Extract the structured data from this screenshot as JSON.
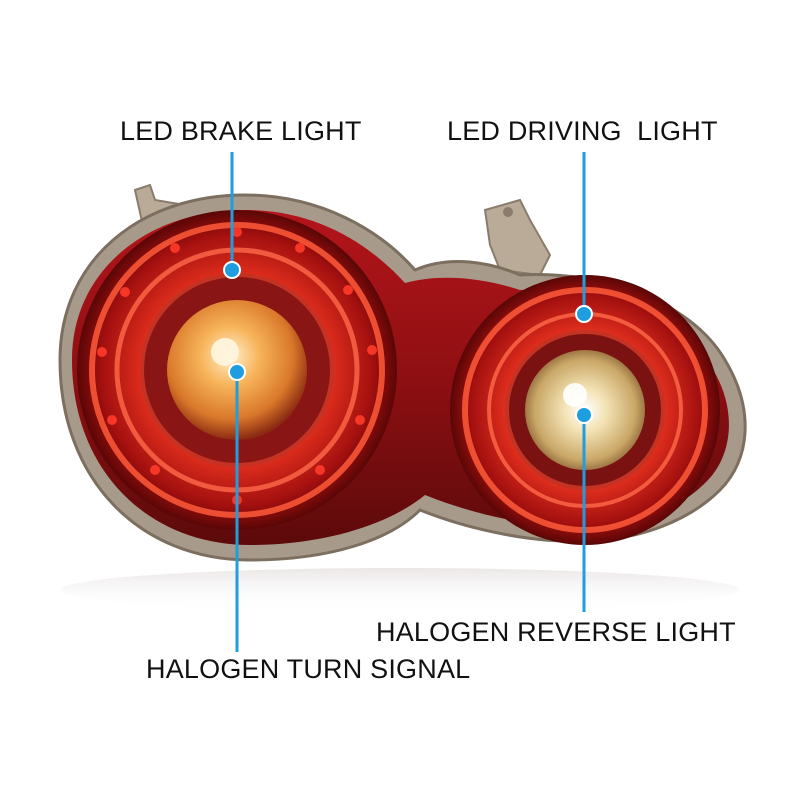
{
  "labels": {
    "brake": "LED BRAKE LIGHT",
    "driving": "LED DRIVING  LIGHT",
    "reverse": "HALOGEN REVERSE LIGHT",
    "turn": "HALOGEN TURN SIGNAL"
  },
  "colors": {
    "callout_line": "#1e9ee0",
    "lamp_red": "#d81e1e",
    "housing": "#a89a8a",
    "background": "#ffffff"
  }
}
